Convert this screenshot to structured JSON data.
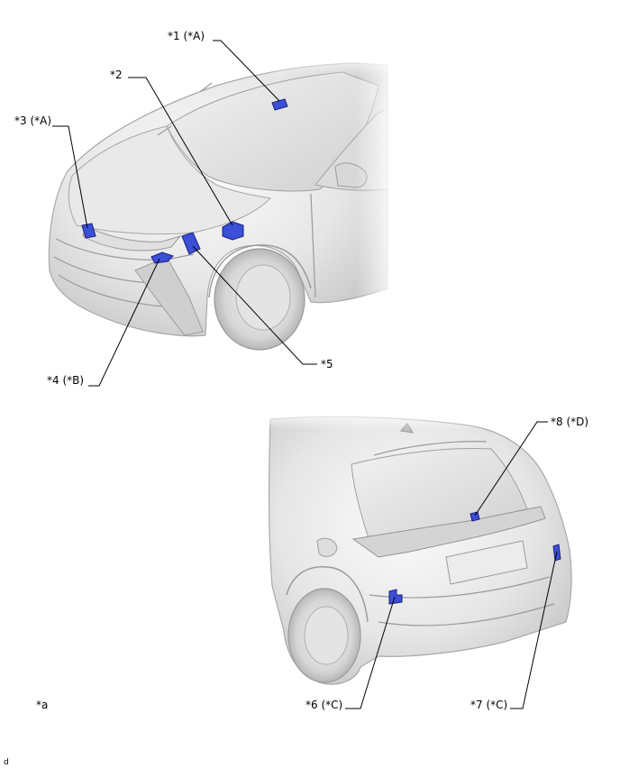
{
  "colors": {
    "part_fill": "#3b4fd8",
    "part_dark": "#2a36a8",
    "car_light": "#f4f4f4",
    "car_mid": "#d9d9d9",
    "car_dark": "#9e9e9e"
  },
  "callouts": {
    "c1": "*1 (*A)",
    "c2": "*2",
    "c3": "*3 (*A)",
    "c4": "*4 (*B)",
    "c5": "*5",
    "c6": "*6 (*C)",
    "c7": "*7 (*C)",
    "c8": "*8 (*D)"
  },
  "note_label": "*a",
  "corner_mark": "d"
}
